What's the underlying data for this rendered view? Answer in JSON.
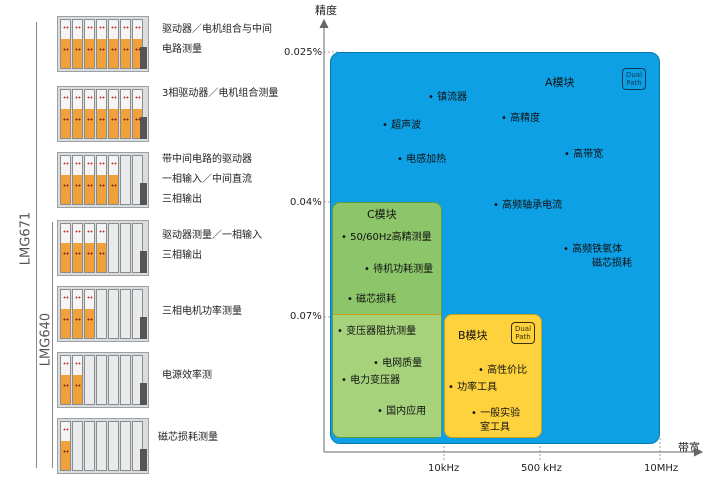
{
  "family_labels": {
    "lmg671": "LMG671",
    "lmg640": "LMG640"
  },
  "devices": [
    {
      "lines": [
        "驱动器／电机组合与中间",
        "电路测量"
      ],
      "active": 7
    },
    {
      "lines": [
        "3相驱动器／电机组合测量"
      ],
      "active": 7
    },
    {
      "lines": [
        "带中间电路的驱动器",
        "一相输入／中间直流",
        "三相输出"
      ],
      "active": 5
    },
    {
      "lines": [
        "驱动器测量／一相输入",
        "三相输出"
      ],
      "active": 4
    },
    {
      "lines": [
        "三相电机功率测量"
      ],
      "active": 3
    },
    {
      "lines": [
        "电源效率测"
      ],
      "active": 2
    },
    {
      "lines": [
        "磁芯损耗测量"
      ],
      "active": 1
    }
  ],
  "axes": {
    "y_title": "精度",
    "x_title": "带宽",
    "y_ticks": [
      "0.025%",
      "0.04%",
      "0.07%"
    ],
    "x_ticks": [
      "10kHz",
      "500 kHz",
      "10MHz"
    ]
  },
  "modules": {
    "a": {
      "title": "A模块",
      "badge": [
        "Dual",
        "Path"
      ]
    },
    "b": {
      "title": "B模块",
      "badge": [
        "Dual",
        "Path"
      ]
    },
    "c": {
      "title": "C模块"
    }
  },
  "applications": {
    "a": [
      "镇流器",
      "超声波",
      "高精度",
      "电感加热",
      "高带宽",
      "高频轴承电流",
      "高频铁氧体",
      "磁芯损耗"
    ],
    "c": [
      "50/60Hz高精测量",
      "待机功耗测量",
      "磁芯损耗",
      "变压器阻抗测量",
      "电网质量",
      "电力变压器",
      "国内应用"
    ],
    "b": [
      "高性价比",
      "功率工具",
      "一般实验",
      "室工具"
    ]
  },
  "colors": {
    "module_a": "#0ea0e4",
    "module_b": "#fed23c",
    "module_c": "#8dc66a",
    "channel_active": "#f2a13a"
  }
}
